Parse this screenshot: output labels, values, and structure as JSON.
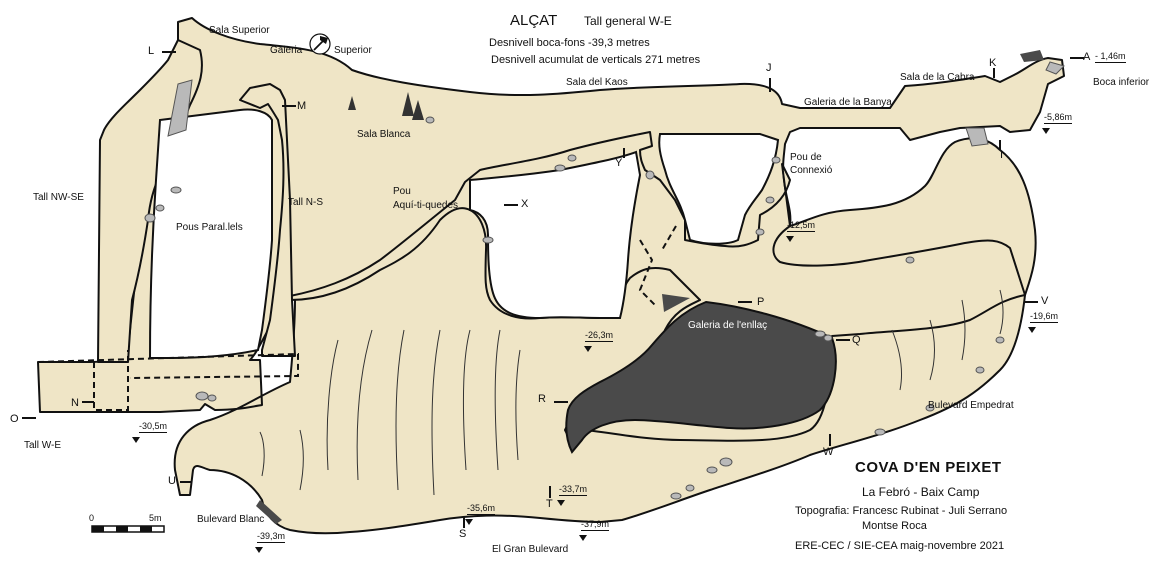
{
  "header": {
    "alcat": "ALÇAT",
    "tall_general": "Tall general W-E",
    "desnivell": "Desnivell boca-fons -39,3 metres",
    "desnivell_acumulat": "Desnivell acumulat de verticals 271 metres"
  },
  "places": {
    "sala_superior": "Sala Superior",
    "galeria": "Galeria",
    "superior": "Superior",
    "sala_blanca": "Sala Blanca",
    "sala_del_kaos": "Sala del Kaos",
    "galeria_banya": "Galeria de la Banya",
    "sala_cabra": "Sala de la Cabra",
    "boca_inferior": "Boca inferior",
    "pou_connexio_1": "Pou de",
    "pou_connexio_2": "Connexió",
    "pou_aqui_1": "Pou",
    "pou_aqui_2": "Aquí-ti-quedes",
    "tall_nw_se": "Tall NW-SE",
    "tall_n_s": "Tall N-S",
    "pous_parallels": "Pous Paral.lels",
    "galeria_enllac": "Galeria de l'enllaç",
    "bulevard_empedrat": "Bulevard Empedrat",
    "bulevard_blanc": "Bulevard Blanc",
    "gran_bulevard": "El Gran Bulevard",
    "tall_w_e": "Tall W-E"
  },
  "sections": {
    "L": "L",
    "M": "M",
    "J": "J",
    "K": "K",
    "A": "A",
    "I": "I",
    "Y": "Y",
    "X": "X",
    "P": "P",
    "Q": "Q",
    "V": "V",
    "R": "R",
    "N": "N",
    "O": "O",
    "U": "U",
    "W": "W",
    "T": "T",
    "S": "S"
  },
  "depths": {
    "d1": "- 1,46m",
    "d2": "-5,86m",
    "d3": "-12,5m",
    "d4": "-19,6m",
    "d5": "-26,3m",
    "d6": "-30,5m",
    "d7": "-33,7m",
    "d8": "-35,6m",
    "d9": "-37,9m",
    "d10": "-39,3m"
  },
  "scale": {
    "zero": "0",
    "five": "5m"
  },
  "title_block": {
    "title": "COVA D'EN PEIXET",
    "location": "La Febró  -  Baix Camp",
    "topo_1": "Topografia: Francesc Rubinat - Juli Serrano",
    "topo_2": "Montse Roca",
    "credits": "ERE-CEC / SIE-CEA  maig-novembre 2021"
  },
  "colors": {
    "cave_fill": "#efe5c6",
    "dark_gallery": "#4a4a4a",
    "rock": "#b9b9b9",
    "outline": "#111111"
  },
  "icons": {
    "geologist_hammer": "hammer-icon"
  }
}
